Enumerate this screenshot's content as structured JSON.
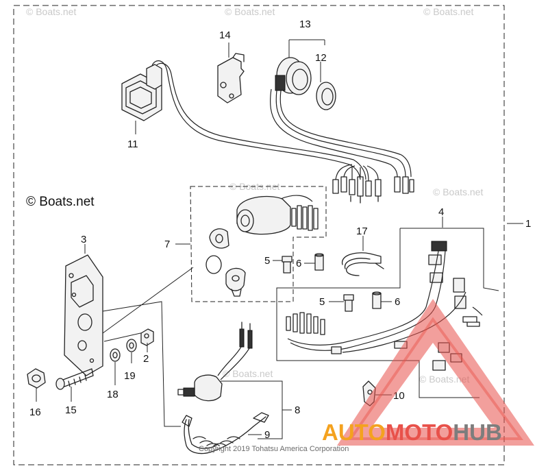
{
  "watermarks": {
    "tile": "© Boats.net",
    "copyright": "© Boats.net"
  },
  "callouts": {
    "p1": "1",
    "p2": "2",
    "p3": "3",
    "p4": "4",
    "p5a": "5",
    "p5b": "5",
    "p6a": "6",
    "p6b": "6",
    "p7": "7",
    "p8": "8",
    "p9": "9",
    "p10": "10",
    "p11": "11",
    "p12": "12",
    "p13": "13",
    "p14": "14",
    "p15": "15",
    "p16": "16",
    "p17": "17",
    "p18": "18",
    "p19": "19"
  },
  "footer": {
    "copyright": "Copyright 2019 Tohatsu America Corporation"
  },
  "brand": {
    "auto": "AUTO",
    "moto": "MOTO",
    "hub": "HUB",
    "colors": {
      "red": "#e8514a",
      "orange": "#f4a21f",
      "gray": "#7d7d7d"
    }
  }
}
